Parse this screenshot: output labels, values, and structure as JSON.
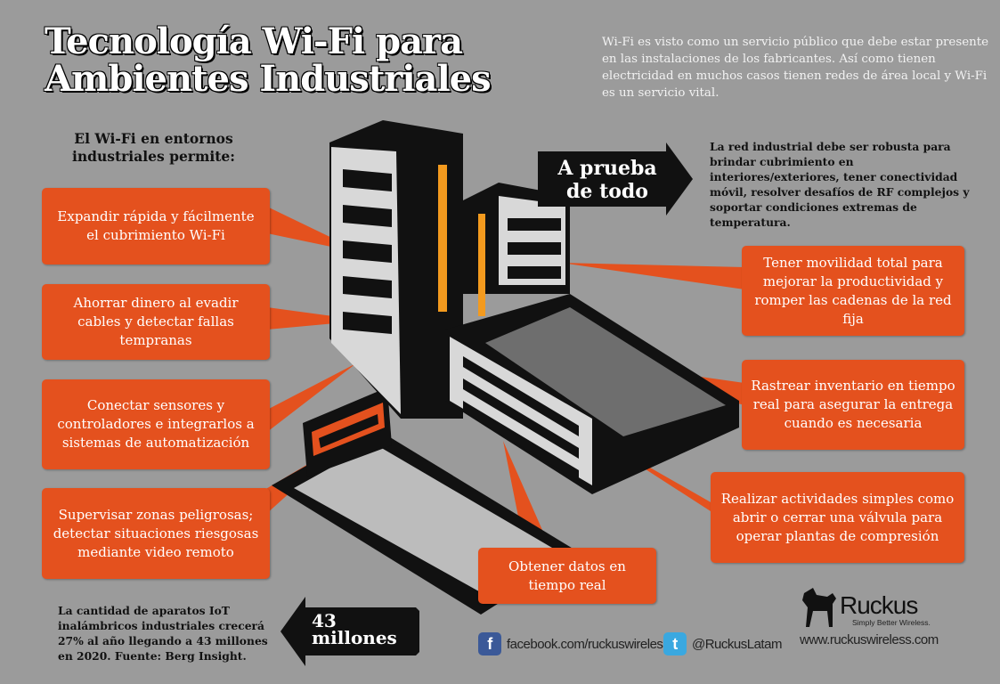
{
  "title": {
    "line1": "Tecnología Wi-Fi para",
    "line2": "Ambientes Industriales"
  },
  "intro": "Wi-Fi es visto como un servicio público que debe estar presente en las instalaciones de los fabricantes. Así como tienen electricidad en muchos casos tienen redes de área local y Wi-Fi es un servicio vital.",
  "subhead": "El Wi-Fi en entornos industriales permite:",
  "left_boxes": [
    "Expandir rápida y fácilmente el cubrimiento Wi-Fi",
    "Ahorrar dinero al evadir cables y detectar fallas tempranas",
    "Conectar sensores y controladores e integrarlos a sistemas de automatización",
    "Supervisar zonas peligrosas; detectar situaciones riesgosas mediante video remoto"
  ],
  "right_boxes": [
    "Tener movilidad total para mejorar la productividad y romper las cadenas de la red fija",
    "Rastrear inventario en tiempo real para asegurar la entrega cuando es necesaria",
    "Realizar actividades simples como abrir o cerrar una válvula para operar plantas de compresión"
  ],
  "bottom_box": "Obtener datos en tiempo real",
  "robust_arrow": {
    "line1": "A prueba",
    "line2": "de todo"
  },
  "robust_text": "La red industrial debe ser robusta para brindar cubrimiento en interiores/exteriores, tener conectividad móvil, resolver desafíos de RF complejos y soportar condiciones extremas de temperatura.",
  "iot_text": "La cantidad de aparatos IoT inalámbricos industriales crecerá 27% al año llegando a 43 millones en 2020. Fuente: Berg Insight.",
  "iot_arrow": {
    "line1": "43",
    "line2": "millones"
  },
  "footer": {
    "facebook": "facebook.com/ruckuswireless",
    "twitter": "@RuckusLatam",
    "website": "www.ruckuswireless.com",
    "logo": "Ruckus",
    "tagline": "Simply Better Wireless."
  },
  "colors": {
    "background": "#9b9b9b",
    "orange": "#e4511e",
    "black": "#111111"
  }
}
